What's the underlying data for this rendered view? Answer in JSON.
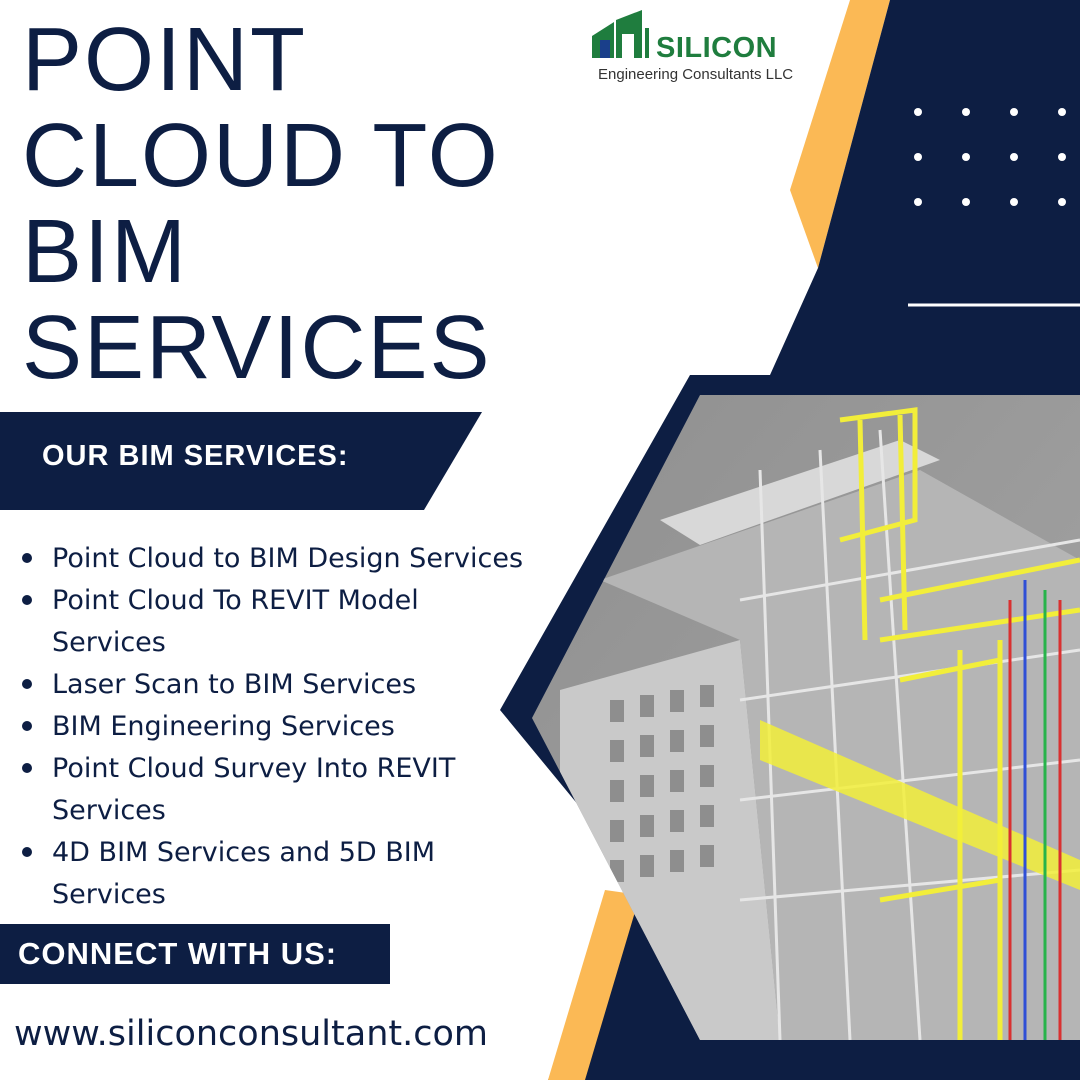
{
  "headline": {
    "lines": [
      "POINT",
      "CLOUD TO",
      "BIM",
      "SERVICES"
    ]
  },
  "logo": {
    "name": "SILICON",
    "tagline": "Engineering Consultants LLC"
  },
  "services": {
    "heading": "OUR BIM SERVICES:",
    "items": [
      "Point Cloud to BIM Design Services",
      "Point Cloud To REVIT Model Services",
      "Laser Scan to BIM Services",
      "BIM Engineering Services",
      "Point Cloud Survey Into REVIT Services",
      "4D BIM Services and 5D BIM Services"
    ]
  },
  "connect": {
    "label": "CONNECT WITH US:",
    "website": "www.siliconconsultant.com"
  },
  "colors": {
    "navy": "#0d1e43",
    "accent": "#fbb955",
    "logo_green": "#1f7d3e",
    "background": "#ffffff"
  },
  "image": {
    "subject": "BIM model render with yellow ductwork and building facade",
    "icon": "building-render-image"
  }
}
